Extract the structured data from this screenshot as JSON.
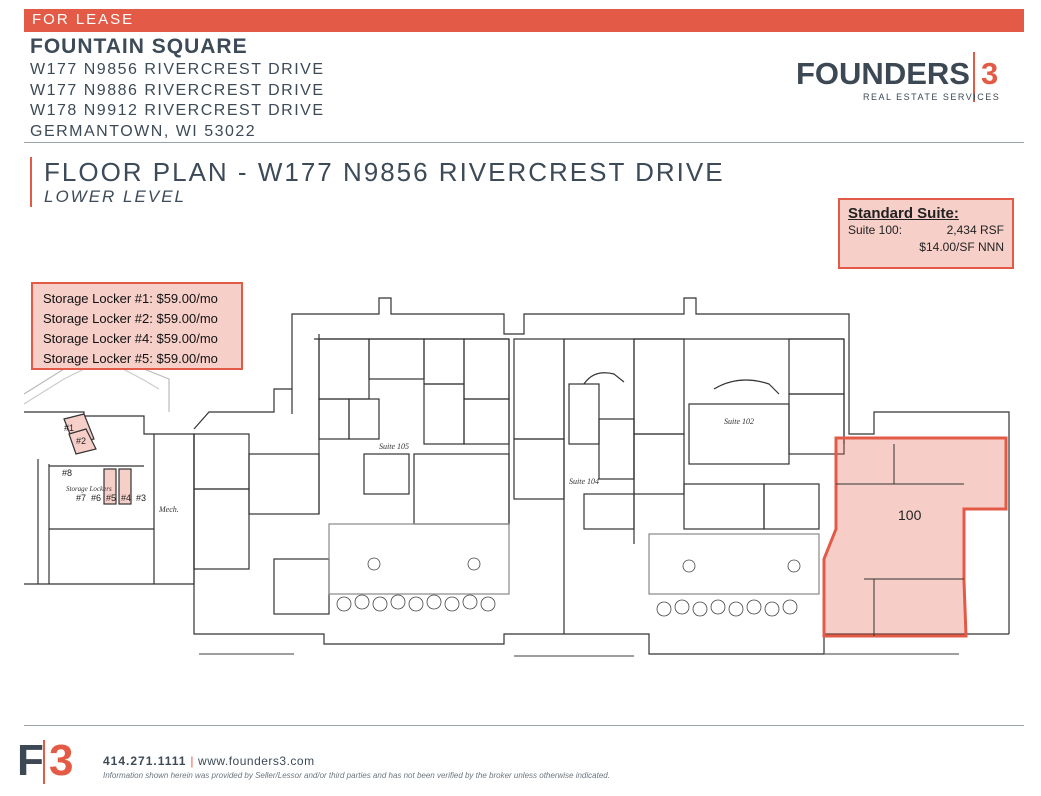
{
  "banner": {
    "label": "FOR LEASE"
  },
  "property": {
    "name": "FOUNTAIN SQUARE",
    "addresses": [
      "W177 N9856 RIVERCREST DRIVE",
      "W177 N9886 RIVERCREST DRIVE",
      "W178 N9912 RIVERCREST DRIVE",
      "GERMANTOWN, WI 53022"
    ]
  },
  "logo": {
    "word": "FOUNDERS",
    "number": "3",
    "tagline": "REAL ESTATE SERVICES"
  },
  "floor_plan": {
    "title": "FLOOR PLAN - W177 N9856 RIVERCREST DRIVE",
    "subtitle": "LOWER LEVEL",
    "labels": {
      "suite_105": "Suite 105",
      "suite_104": "Suite 104",
      "suite_102": "Suite 102",
      "suite_100_num": "100",
      "mech": "Mech.",
      "storage_lockers": "Storage Lockers",
      "lockers": [
        "#1",
        "#2",
        "#8",
        "#7",
        "#6",
        "#5",
        "#4",
        "#3"
      ]
    }
  },
  "standard_suite": {
    "heading": "Standard Suite:",
    "suite": "Suite 100:",
    "rsf": "2,434 RSF",
    "rate": "$14.00/SF NNN"
  },
  "storage_lockers": [
    "Storage Locker #1: $59.00/mo",
    "Storage Locker #2: $59.00/mo",
    "Storage Locker #4: $59.00/mo",
    "Storage Locker #5: $59.00/mo"
  ],
  "footer": {
    "logo_letter": "F",
    "logo_number": "3",
    "phone": "414.271.1111",
    "separator": "|",
    "website": "www.founders3.com",
    "disclaimer": "Information shown herein was provided by Seller/Lessor and/or third parties and has not been verified by the broker unless otherwise indicated."
  },
  "colors": {
    "accent": "#e35a47",
    "text": "#3d4a57",
    "highlight": "#f7cfc9"
  }
}
